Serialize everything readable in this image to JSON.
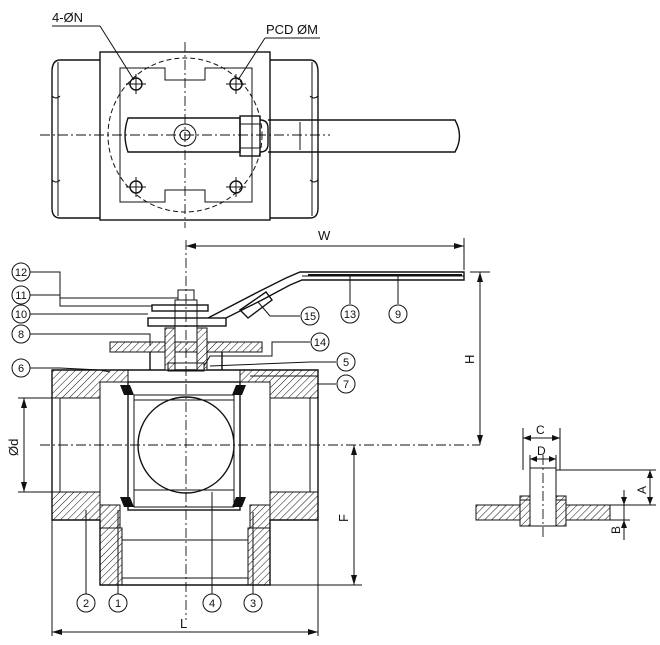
{
  "top_view": {
    "label_holes": "4-ØN",
    "label_pcd": "PCD ØM"
  },
  "dimensions": {
    "W": "W",
    "H": "H",
    "d": "Ød",
    "F": "F",
    "L": "L",
    "C": "C",
    "D": "D",
    "A": "A",
    "B": "B"
  },
  "part_balloons": [
    "1",
    "2",
    "3",
    "4",
    "5",
    "6",
    "7",
    "8",
    "9",
    "10",
    "11",
    "12",
    "13",
    "14",
    "15"
  ]
}
